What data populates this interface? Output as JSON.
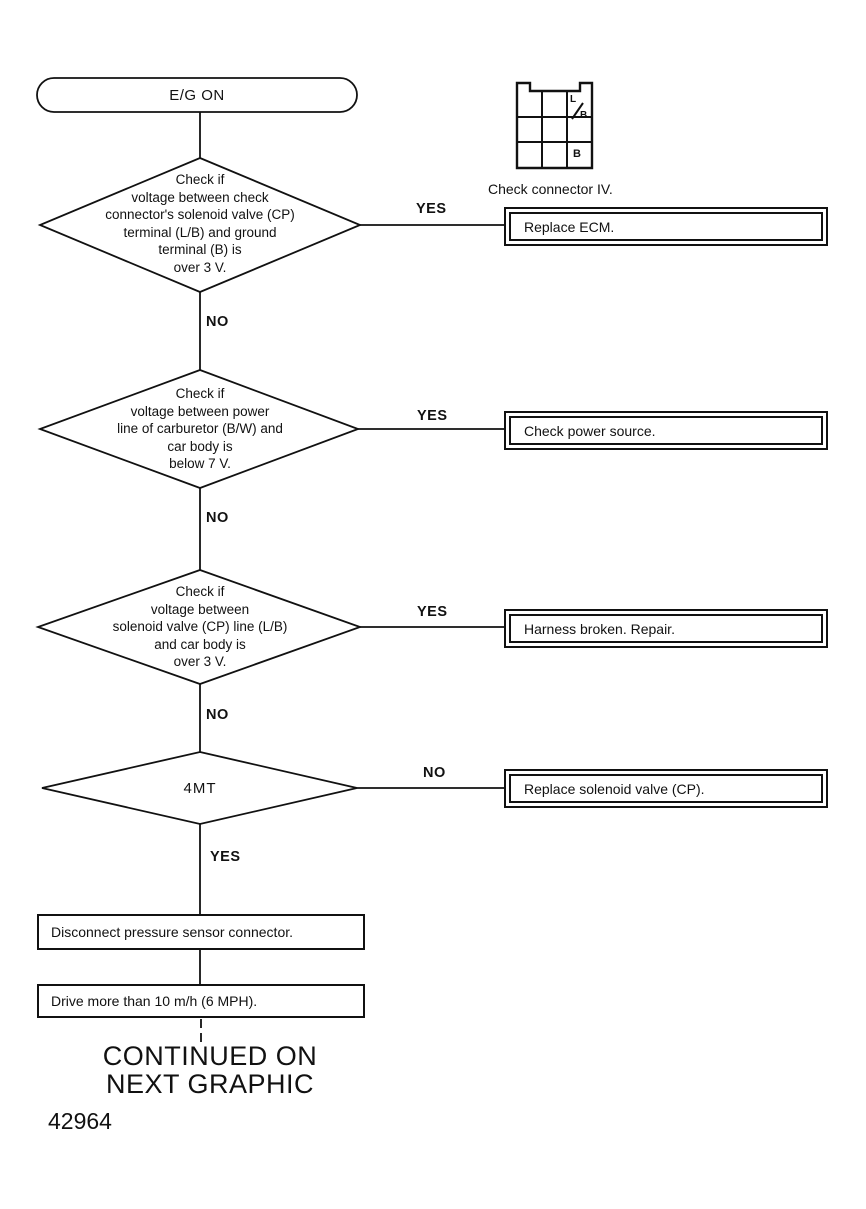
{
  "page": {
    "code": "42964",
    "continued": "CONTINUED ON\nNEXT GRAPHIC"
  },
  "start": {
    "label": "E/G ON"
  },
  "connector": {
    "caption": "Check connector IV.",
    "pin_top_l": "L",
    "pin_top_b": "B",
    "pin_bottom": "B"
  },
  "diamonds": [
    {
      "text": "Check if\nvoltage between check\nconnector's solenoid valve (CP)\nterminal (L/B) and ground\nterminal (B) is\nover 3 V.",
      "branch_right": "YES",
      "branch_down": "NO"
    },
    {
      "text": "Check if\nvoltage between power\nline of carburetor (B/W) and\ncar body is\nbelow 7 V.",
      "branch_right": "YES",
      "branch_down": "NO"
    },
    {
      "text": "Check if\nvoltage between\nsolenoid valve (CP) line (L/B)\nand car body is\nover 3 V.",
      "branch_right": "YES",
      "branch_down": "NO"
    },
    {
      "text": "4MT",
      "branch_right": "NO",
      "branch_down": "YES"
    }
  ],
  "results": [
    "Replace ECM.",
    "Check power source.",
    "Harness broken.  Repair.",
    "Replace solenoid valve (CP)."
  ],
  "process": [
    "Disconnect pressure sensor connector.",
    "Drive more than 10 m/h (6 MPH)."
  ]
}
